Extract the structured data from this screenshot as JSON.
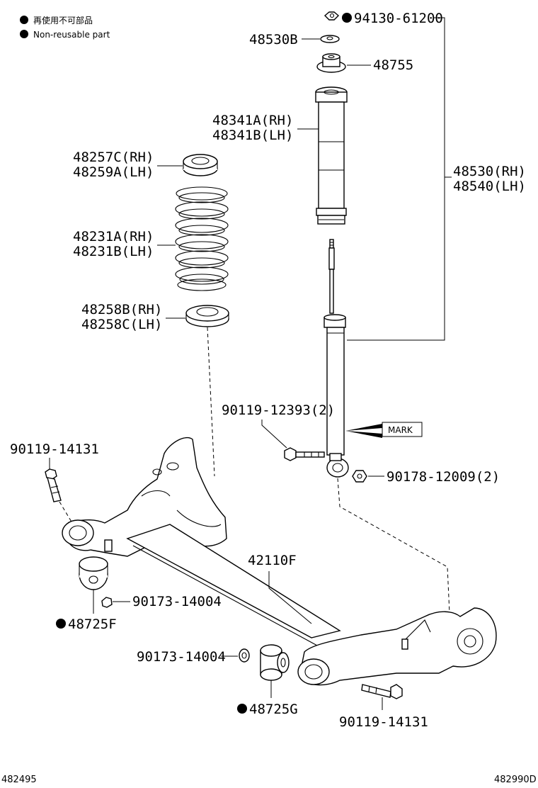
{
  "legend": {
    "icon": "filled-circle-icon",
    "line1": "再使用不可部品",
    "line2": "Non-reusable part"
  },
  "labels": {
    "nut_top": "94130-61200",
    "p48530b": "48530B",
    "p48755": "48755",
    "p48341_rh": "48341A(RH)",
    "p48341_lh": "48341B(LH)",
    "p48257_rh": "48257C(RH)",
    "p48259_lh": "48259A(LH)",
    "p48231_rh": "48231A(RH)",
    "p48231_lh": "48231B(LH)",
    "p48530_rh": "48530(RH)",
    "p48540_lh": "48540(LH)",
    "p48258_rh": "48258B(RH)",
    "p48258_lh": "48258C(LH)",
    "bolt_shock": "90119-12393(2)",
    "mark": "MARK",
    "bolt_left": "90119-14131",
    "nut_shock": "90178-12009(2)",
    "axle": "42110F",
    "washer_left": "90173-14004",
    "bush_f": "48725F",
    "washer_right": "90173-14004",
    "bush_g": "48725G",
    "bolt_right": "90119-14131"
  },
  "footer": {
    "left": "482495",
    "right": "482990D"
  }
}
